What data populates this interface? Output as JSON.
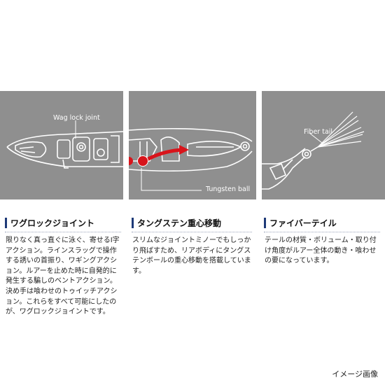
{
  "panels": {
    "panel1": {
      "annotation": "Wag lock joint"
    },
    "panel2": {
      "annotation": "Tungsten ball"
    },
    "panel3": {
      "annotation": "Fiber tail"
    }
  },
  "colors": {
    "panel_bg": "#8f8f8f",
    "accent_red": "#d8141b",
    "title_bar": "#1e3a78"
  },
  "sections": [
    {
      "title": "ワグロックジョイント",
      "text": "限りなく真っ直ぐに泳ぐ、寄せるI字アクション。ラインスラッグで操作する誘いの首振り、ワギングアクション。ルアーを止めた時に自発的に発生する騙しのベントアクション。決め手は喰わせのトゥイッチアクション。これらをすべて可能にしたのが、ワグロックジョイントです。"
    },
    {
      "title": "タングステン重心移動",
      "text": "スリムなジョイントミノーでもしっかり飛ばすため、リアボディにタングステンボールの重心移動を搭載しています。"
    },
    {
      "title": "ファイバーテイル",
      "text": "テールの材質・ボリューム・取り付け角度がルアー全体の動き・喰わせの要になっています。"
    }
  ],
  "caption": "イメージ画像"
}
